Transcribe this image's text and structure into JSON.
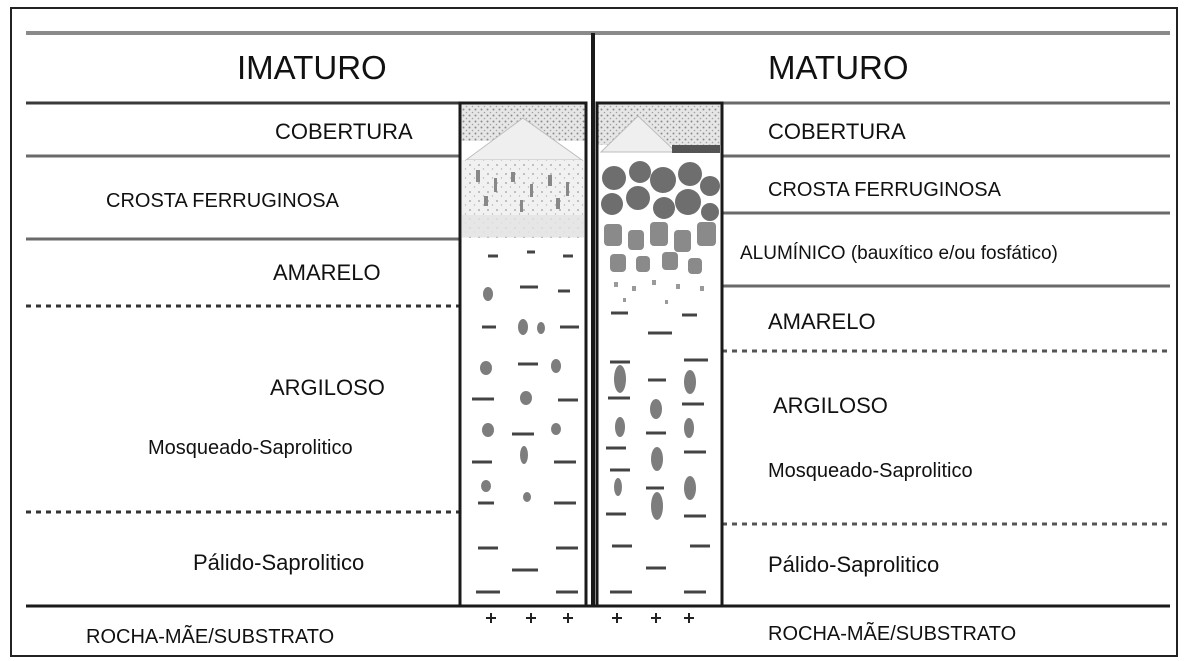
{
  "left": {
    "title": "IMATURO",
    "layers": {
      "cobertura": "COBERTURA",
      "crosta": "CROSTA FERRUGINOSA",
      "amarelo": "AMARELO",
      "argiloso": "ARGILOSO",
      "mosqueado": "Mosqueado-Saprolitico",
      "palido": "Pálido-Saprolitico",
      "rocha": "ROCHA-MÃE/SUBSTRATO"
    }
  },
  "right": {
    "title": "MATURO",
    "layers": {
      "cobertura": "COBERTURA",
      "crosta": "CROSTA FERRUGINOSA",
      "aluminico": "ALUMÍNICO (bauxítico e/ou fosfático)",
      "amarelo": "AMARELO",
      "argiloso": "ARGILOSO",
      "mosqueado": "Mosqueado-Saprolitico",
      "palido": "Pálido-Saprolitico",
      "rocha": "ROCHA-MÃE/SUBSTRATO"
    }
  },
  "colors": {
    "line": "#1a1a1a",
    "line_gray": "#8a8a8a",
    "nodule": "#7d7d7d",
    "cover_fill": "#dcdcdc"
  }
}
